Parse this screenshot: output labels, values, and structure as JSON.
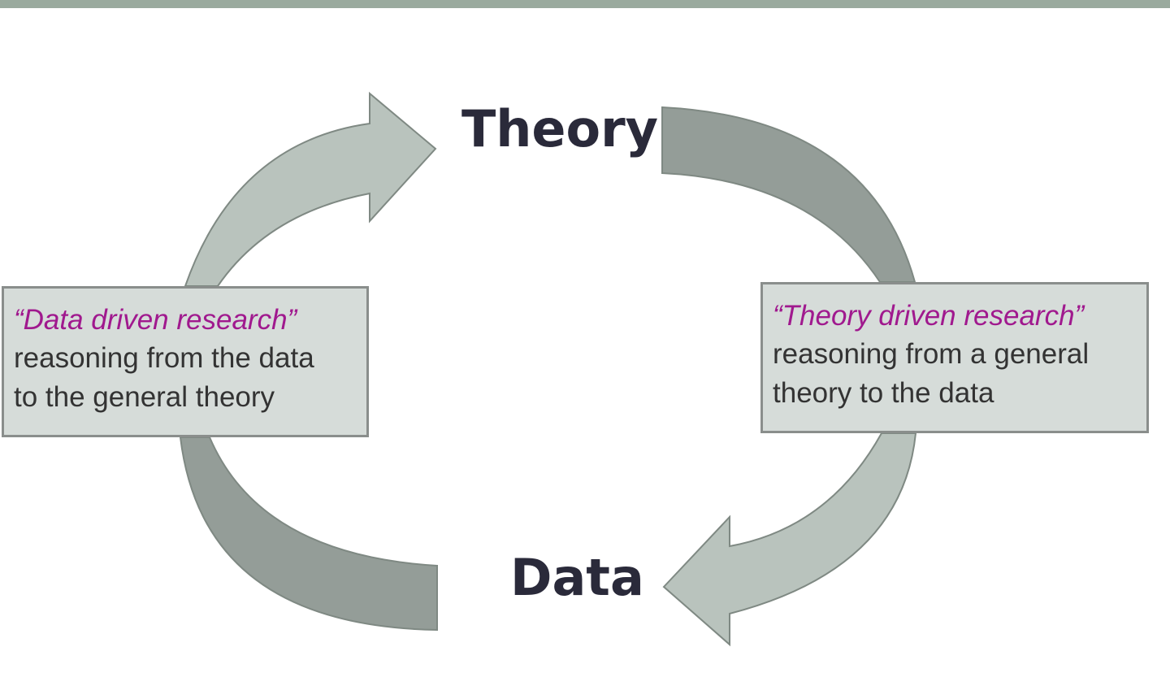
{
  "colors": {
    "top_rule": "#9aaa9e",
    "arrow_light": "#b9c3bd",
    "arrow_dark": "#949d98",
    "arrow_stroke": "#7f8983",
    "box_fill": "#d6dcd9",
    "box_border": "#8a8e8c",
    "highlight_text": "#a0198e",
    "node_text": "#2a2a3a"
  },
  "nodes": {
    "theory": "Theory",
    "data": "Data"
  },
  "boxes": {
    "data_driven": {
      "title": "“Data driven research”",
      "line1": "reasoning from the data",
      "line2": "to the general theory"
    },
    "theory_driven": {
      "title": "“Theory driven research”",
      "line1": "reasoning from a general",
      "line2": "theory to the data"
    }
  }
}
